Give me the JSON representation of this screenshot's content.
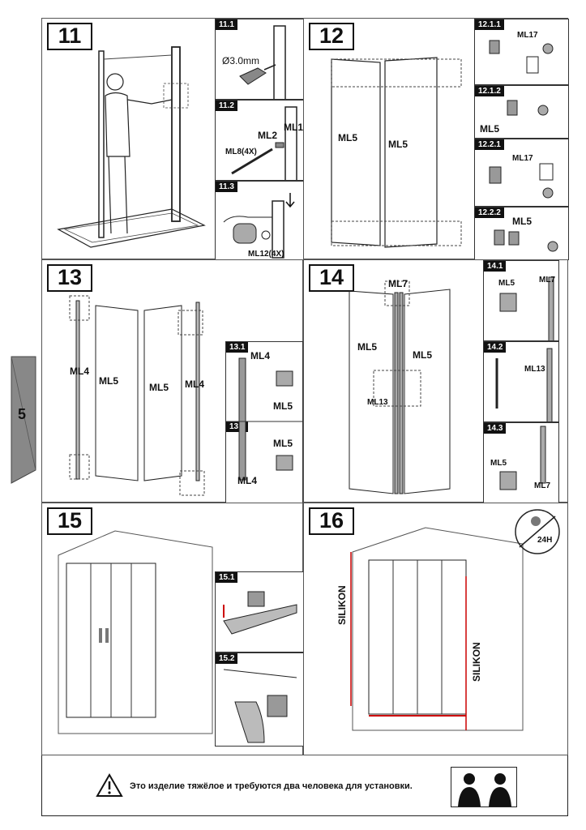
{
  "page": {
    "side_tab": "5"
  },
  "steps": {
    "s11": {
      "num": "11",
      "sub1": "11.1",
      "sub2": "11.2",
      "sub3": "11.3",
      "drill": "Ø3.0mm",
      "ml1": "ML1",
      "ml2": "ML2",
      "ml8": "ML8(4X)",
      "ml12": "ML12(4X)"
    },
    "s12": {
      "num": "12",
      "sub1": "12.1.1",
      "sub2": "12.1.2",
      "sub3": "12.2.1",
      "sub4": "12.2.2",
      "ml5a": "ML5",
      "ml5b": "ML5",
      "ml17a": "ML17",
      "ml5c": "ML5",
      "ml17b": "ML17",
      "ml5d": "ML5"
    },
    "s13": {
      "num": "13",
      "sub1": "13.1",
      "sub2": "13.2",
      "ml4a": "ML4",
      "ml5a": "ML5",
      "ml5b": "ML5",
      "ml4b": "ML4",
      "d_ml4a": "ML4",
      "d_ml5a": "ML5",
      "d_ml5b": "ML5",
      "d_ml4b": "ML4"
    },
    "s14": {
      "num": "14",
      "sub1": "14.1",
      "sub2": "14.2",
      "sub3": "14.3",
      "ml7": "ML7",
      "ml5a": "ML5",
      "ml5b": "ML5",
      "ml13": "ML13",
      "d_ml5a": "ML5",
      "d_ml7a": "ML7",
      "d_ml13": "ML13",
      "d_ml5b": "ML5",
      "d_ml7b": "ML7"
    },
    "s15": {
      "num": "15",
      "sub1": "15.1",
      "sub2": "15.2"
    },
    "s16": {
      "num": "16",
      "silicon_left": "SILIKON",
      "silicon_right": "SILIKON",
      "timer": "24H"
    }
  },
  "footer": {
    "warning": "Это изделие тяжёлое и требуются два человека для установки."
  }
}
